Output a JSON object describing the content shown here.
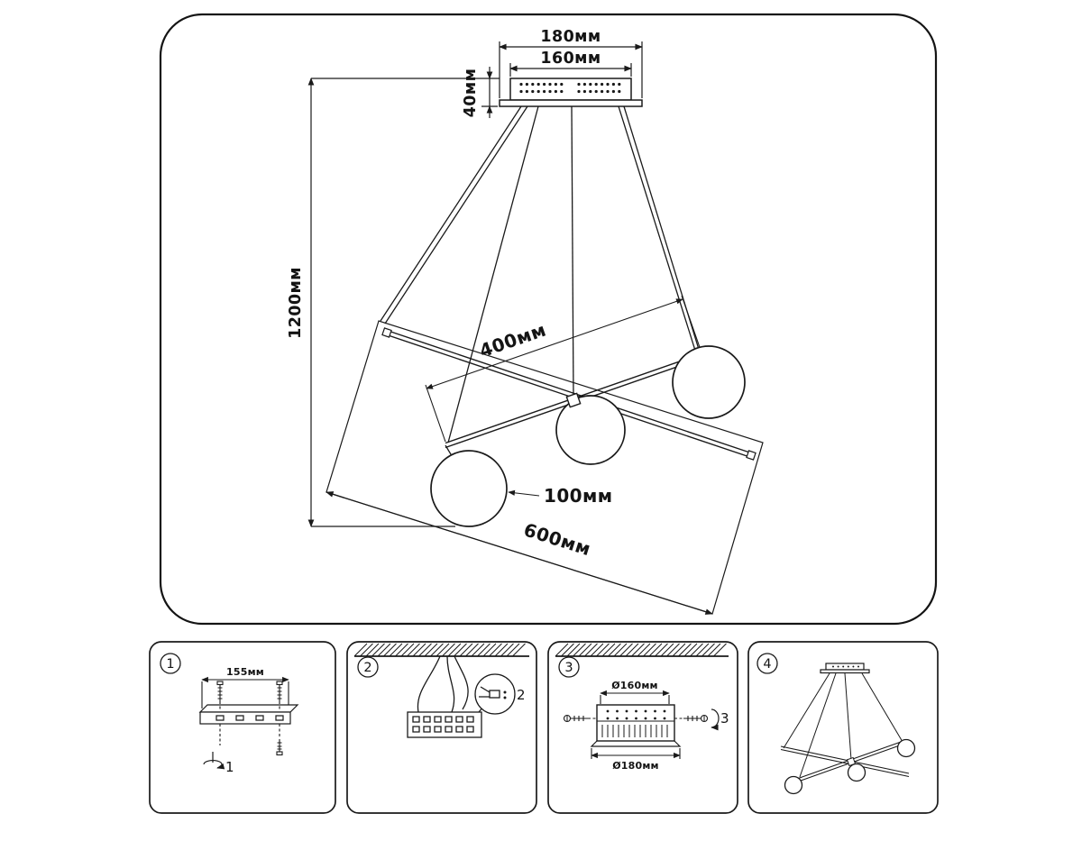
{
  "colors": {
    "line": "#1a1a1a",
    "background": "#ffffff"
  },
  "main": {
    "dimensions": {
      "canopy_outer": "180мм",
      "canopy_inner": "160мм",
      "canopy_height": "40мм",
      "total_drop": "1200мм",
      "rod_short": "400мм",
      "globe_diameter": "100мм",
      "rod_long": "600мм"
    }
  },
  "steps": [
    {
      "number": "1",
      "bracket_width": "155мм",
      "callout": "1"
    },
    {
      "number": "2",
      "callout": "2"
    },
    {
      "number": "3",
      "canopy_inner": "Ø160мм",
      "canopy_outer": "Ø180мм",
      "callout": "3"
    },
    {
      "number": "4"
    }
  ]
}
